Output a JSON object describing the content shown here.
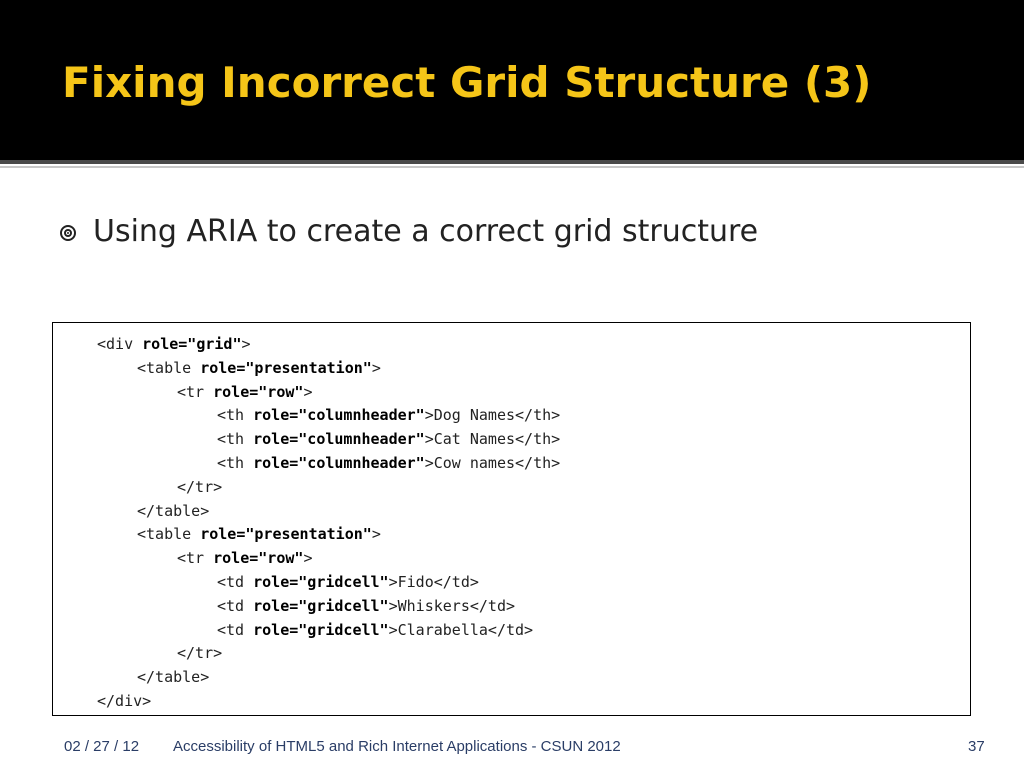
{
  "slide": {
    "title": "Fixing Incorrect Grid Structure (3)",
    "bullet": "Using ARIA to create a correct grid structure",
    "bullet_icon": "target-bullet-icon",
    "code_lines": [
      {
        "indent": 0,
        "pre": "<div ",
        "attr": "role=\"grid\"",
        "post": ">"
      },
      {
        "indent": 1,
        "pre": "<table ",
        "attr": "role=\"presentation\"",
        "post": ">"
      },
      {
        "indent": 2,
        "pre": "<tr ",
        "attr": "role=\"row\"",
        "post": ">"
      },
      {
        "indent": 3,
        "pre": "<th ",
        "attr": "role=\"columnheader\"",
        "post": ">Dog Names</th>"
      },
      {
        "indent": 3,
        "pre": "<th ",
        "attr": "role=\"columnheader\"",
        "post": ">Cat Names</th>"
      },
      {
        "indent": 3,
        "pre": "<th ",
        "attr": "role=\"columnheader\"",
        "post": ">Cow names</th>"
      },
      {
        "indent": 2,
        "pre": "</tr>",
        "attr": "",
        "post": ""
      },
      {
        "indent": 1,
        "pre": "</table>",
        "attr": "",
        "post": ""
      },
      {
        "indent": 1,
        "pre": "<table ",
        "attr": "role=\"presentation\"",
        "post": ">"
      },
      {
        "indent": 2,
        "pre": "<tr ",
        "attr": "role=\"row\"",
        "post": ">"
      },
      {
        "indent": 3,
        "pre": "<td ",
        "attr": "role=\"gridcell\"",
        "post": ">Fido</td>"
      },
      {
        "indent": 3,
        "pre": "<td ",
        "attr": "role=\"gridcell\"",
        "post": ">Whiskers</td>"
      },
      {
        "indent": 3,
        "pre": "<td ",
        "attr": "role=\"gridcell\"",
        "post": ">Clarabella</td>"
      },
      {
        "indent": 2,
        "pre": "</tr>",
        "attr": "",
        "post": ""
      },
      {
        "indent": 1,
        "pre": "</table>",
        "attr": "",
        "post": ""
      },
      {
        "indent": 0,
        "pre": "</div>",
        "attr": "",
        "post": ""
      }
    ]
  },
  "footer": {
    "date": "02 / 27 / 12",
    "title": "Accessibility of HTML5 and Rich Internet Applications - CSUN 2012",
    "page": "37"
  },
  "colors": {
    "title": "#f5c518",
    "title_bar": "#000000",
    "footer_text": "#2a3d66"
  }
}
